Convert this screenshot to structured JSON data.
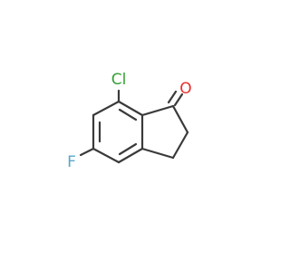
{
  "molecule": {
    "atoms": {
      "chlorine": {
        "label": "Cl",
        "color": "#35a035"
      },
      "oxygen": {
        "label": "O",
        "color": "#e8302a"
      },
      "fluorine": {
        "label": "F",
        "color": "#58a8c8"
      }
    },
    "bond_color": "#3a3a3a"
  }
}
